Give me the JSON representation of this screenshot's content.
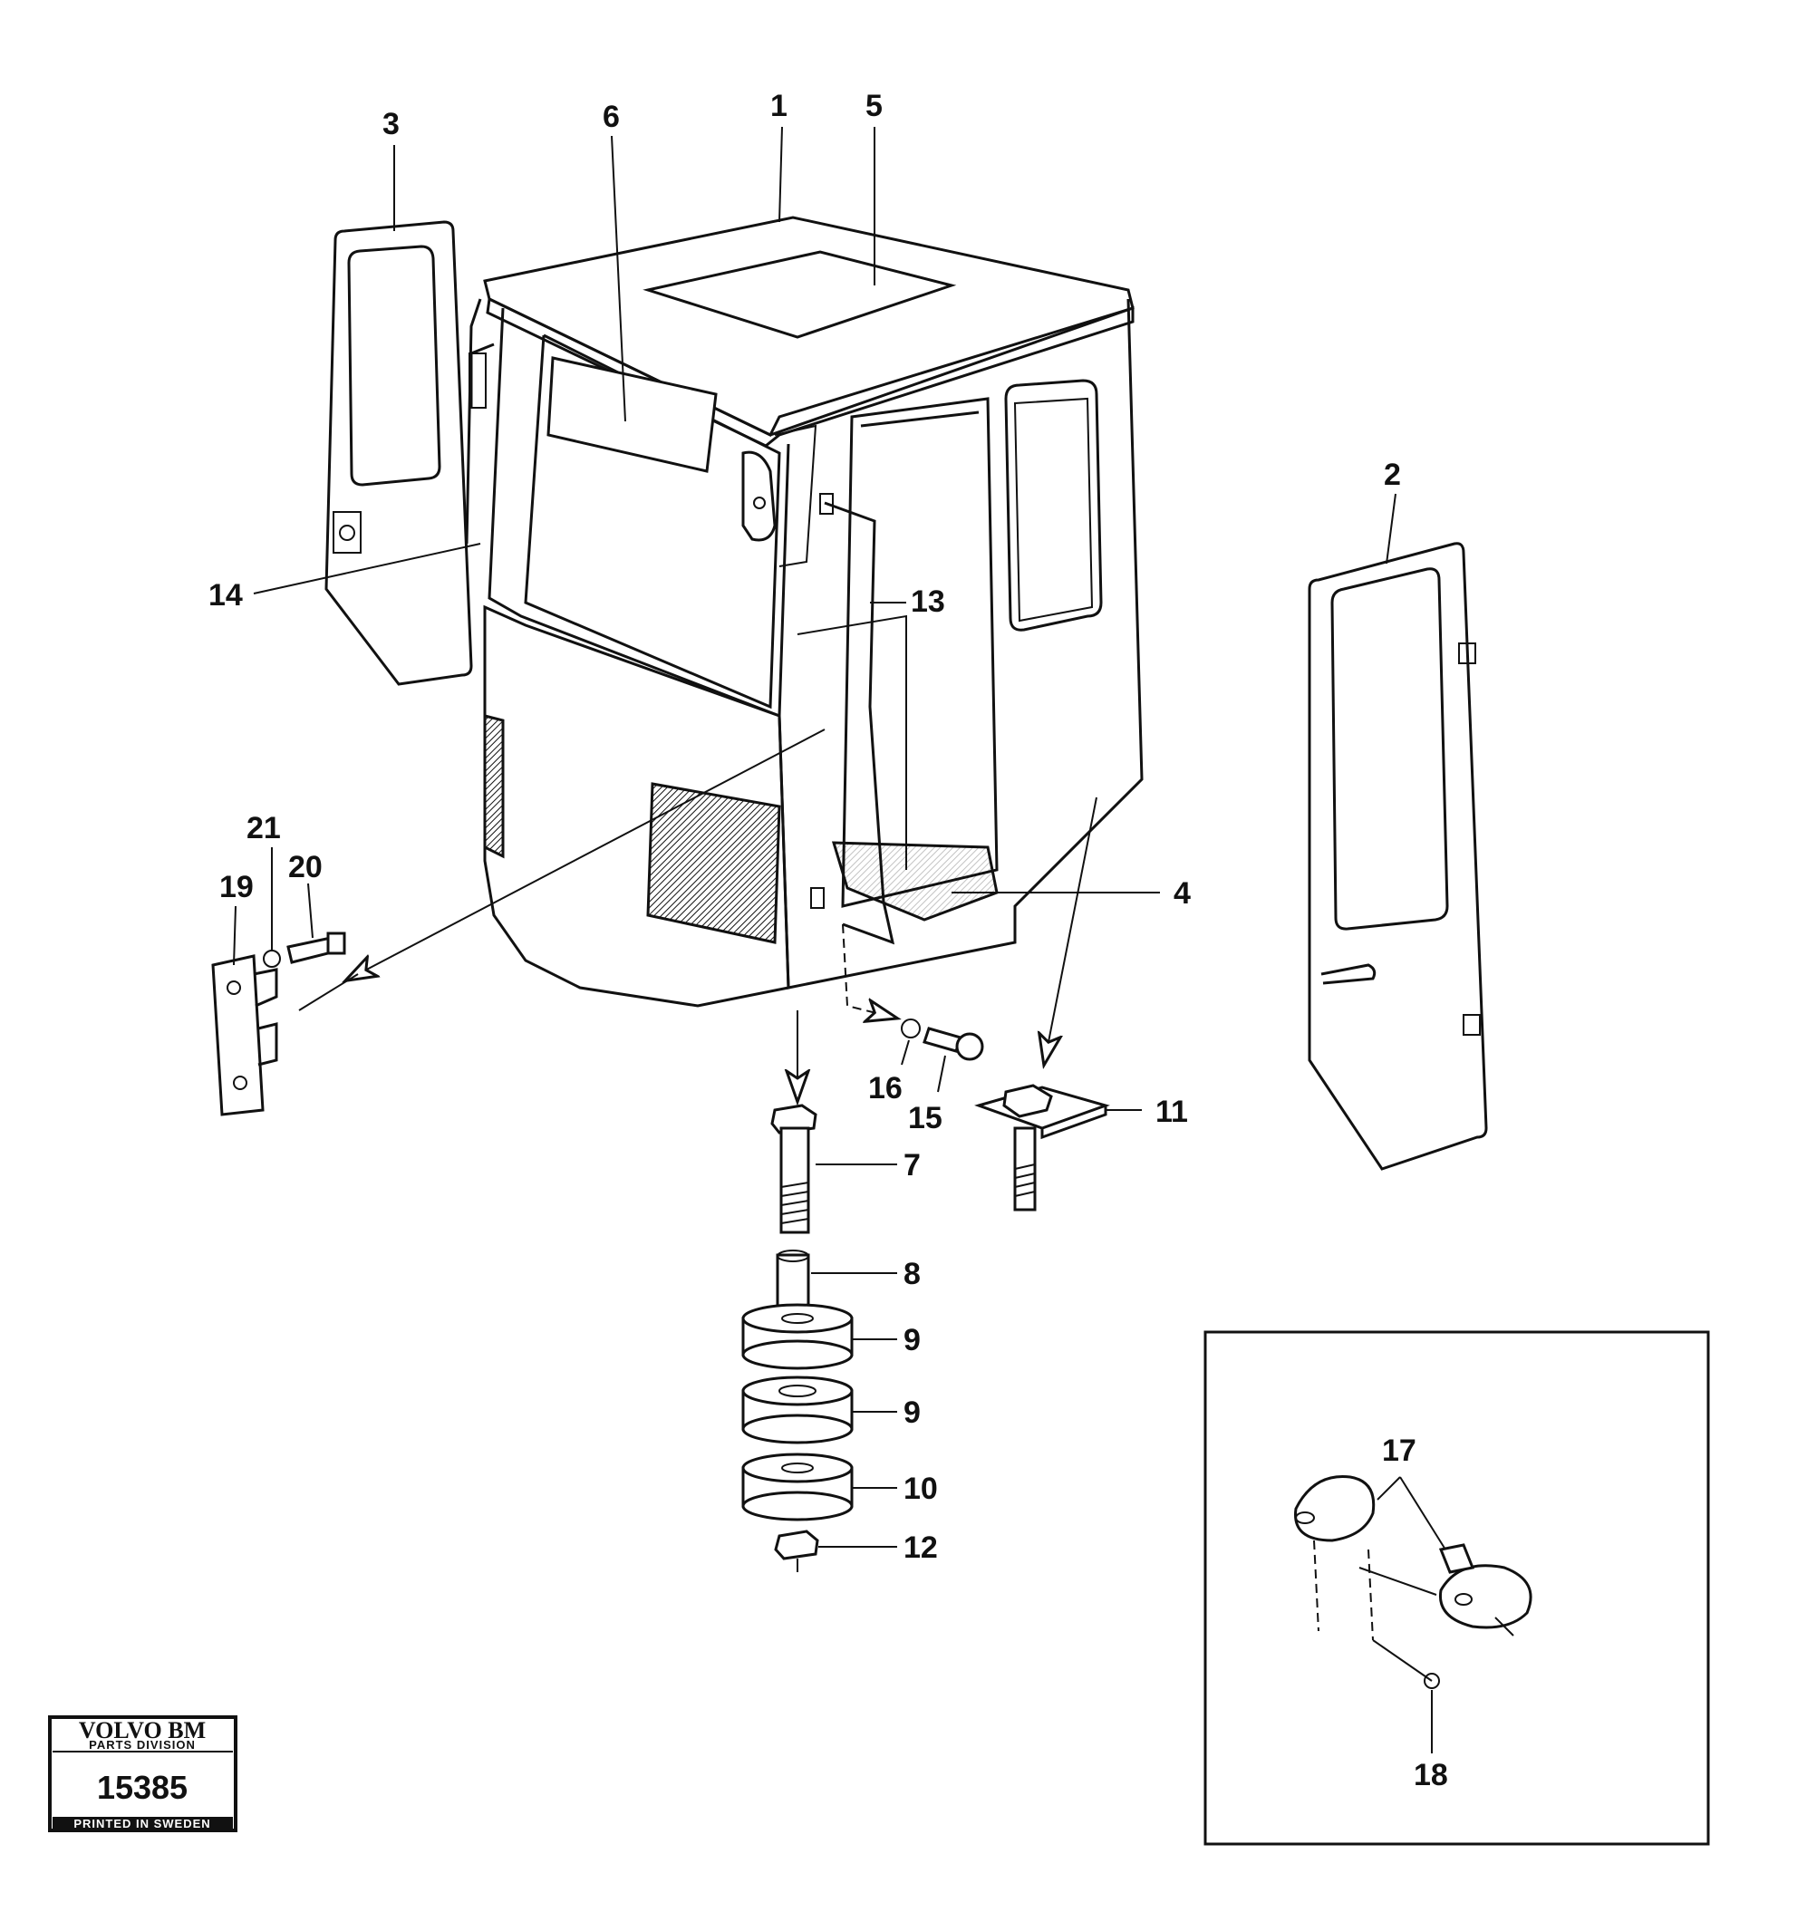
{
  "callouts": {
    "c1": "1",
    "c2": "2",
    "c3": "3",
    "c4": "4",
    "c5": "5",
    "c6": "6",
    "c7": "7",
    "c8": "8",
    "c9a": "9",
    "c9b": "9",
    "c10": "10",
    "c11": "11",
    "c12": "12",
    "c13": "13",
    "c14": "14",
    "c15": "15",
    "c16": "16",
    "c17": "17",
    "c18": "18",
    "c19": "19",
    "c20": "20",
    "c21": "21"
  },
  "stamp": {
    "brand": "VOLVO BM",
    "division": "PARTS DIVISION",
    "number": "15385",
    "printed": "PRINTED IN SWEDEN"
  }
}
